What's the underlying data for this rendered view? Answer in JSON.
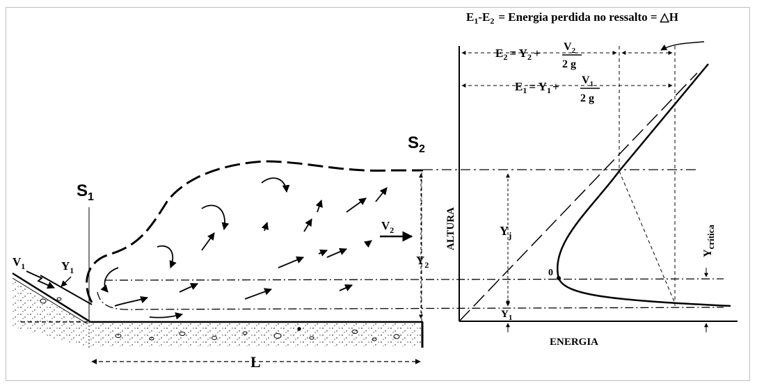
{
  "title": {
    "lhs_e1": "E",
    "lhs_e1_sub": "1",
    "lhs_minus": "-",
    "lhs_e2": "E",
    "lhs_e2_sub": "2",
    "text": "= Energia perdida no ressalto =",
    "delta": "△H"
  },
  "sections": {
    "s1": "S",
    "s1_sub": "1",
    "s2": "S",
    "s2_sub": "2"
  },
  "left": {
    "v1": "V",
    "v1_sub": "1",
    "y1": "Y",
    "y1_sub": "1",
    "v2": "V",
    "v2_sub": "2",
    "y2": "Y",
    "y2_sub": "2",
    "length": "L"
  },
  "right": {
    "e2_lhs": "E",
    "e2_sub": "2",
    "e2_eq": "= Y",
    "e2_y_sub": "2",
    "e2_plus": "+",
    "e2_num": "V",
    "e2_num_sub": "2",
    "e2_den": "2 g",
    "e1_lhs": "E",
    "e1_sub": "1",
    "e1_eq": "= Y",
    "e1_y_sub": "1",
    "e1_plus": "+",
    "e1_num": "V",
    "e1_num_sub": "1",
    "e1_den": "2 g",
    "altura": "ALTURA",
    "energia": "ENERGIA",
    "yj": "Y",
    "yj_sub": "j",
    "y1": "Y",
    "y1_sub": "1",
    "ycrit": "Y",
    "ycrit_sub": "crítica",
    "origin": "0"
  }
}
